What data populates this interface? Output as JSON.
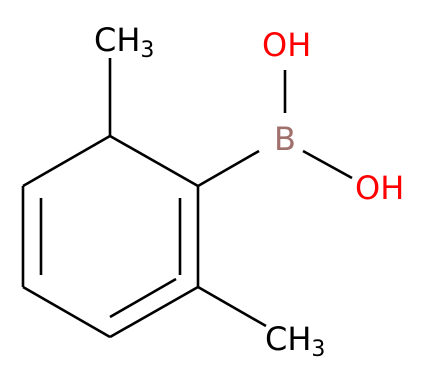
{
  "molecule": {
    "atoms": {
      "boron": "B",
      "hydroxyl_top": "OH",
      "hydroxyl_right": "OH",
      "methyl_top": {
        "symbol": "CH",
        "subscript": "3"
      },
      "methyl_bottom": {
        "symbol": "CH",
        "subscript": "3"
      }
    },
    "colors": {
      "bond": "#000000",
      "boron": "#a0706c",
      "oxygen": "#ff0000",
      "carbon": "#000000"
    }
  }
}
